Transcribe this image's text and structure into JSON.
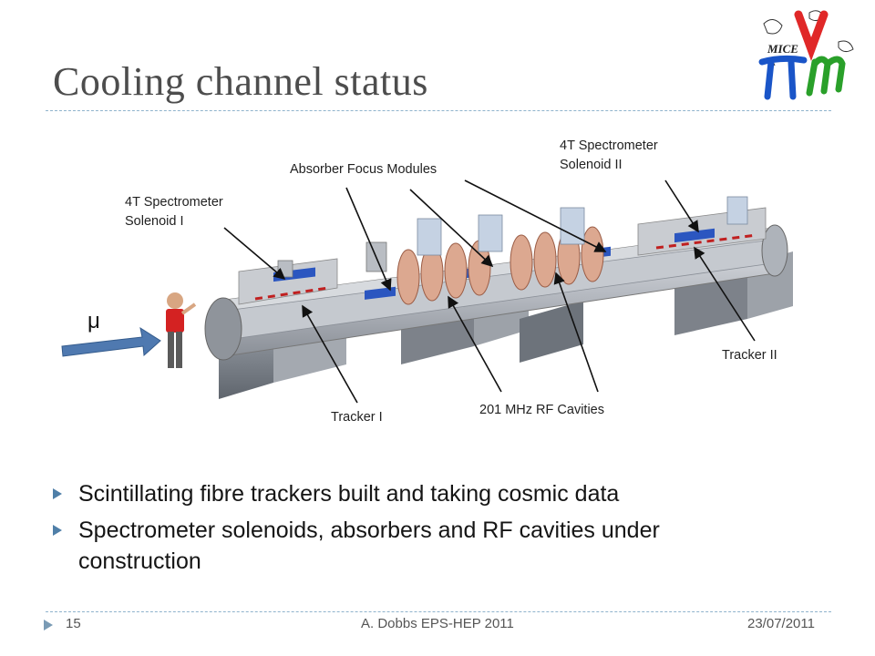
{
  "slide": {
    "title": "Cooling channel status",
    "mu_symbol": "μ",
    "labels": {
      "spectrometer_1_line1": "4T Spectrometer",
      "spectrometer_1_line2": "Solenoid I",
      "absorber": "Absorber Focus Modules",
      "spectrometer_2_line1": "4T Spectrometer",
      "spectrometer_2_line2": "Solenoid II",
      "tracker_1": "Tracker I",
      "rf_cavities": "201 MHz RF Cavities",
      "tracker_2": "Tracker II"
    },
    "bullets": [
      "Scintillating fibre trackers built and taking cosmic data",
      "Spectrometer solenoids, absorbers and RF cavities under construction"
    ],
    "logo_text": "MICE",
    "footer": {
      "page": "15",
      "author": "A. Dobbs EPS-HEP 2011",
      "date": "23/07/2011"
    },
    "colors": {
      "title": "#4d4d4d",
      "accent": "#4f7fa8",
      "rule": "#8fb3cc"
    }
  }
}
